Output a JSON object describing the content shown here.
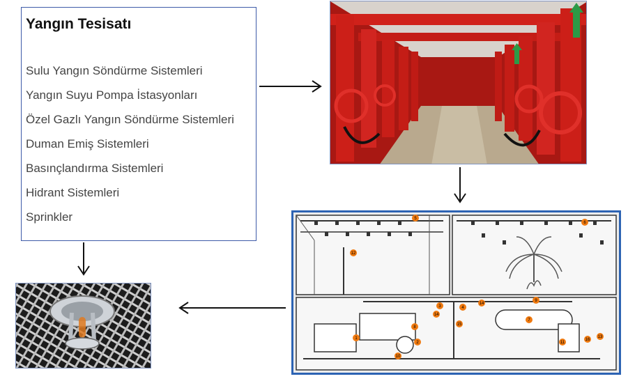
{
  "menu": {
    "title": "Yangın Tesisatı",
    "items": [
      "Sulu Yangın Söndürme Sistemleri",
      "Yangın Suyu Pompa İstasyonları",
      "Özel Gazlı Yangın Söndürme Sistemleri",
      "Duman Emiş Sistemleri",
      "Basınçlandırma Sistemleri",
      "Hidrant Sistemleri",
      "Sprinkler"
    ]
  },
  "schematic": {
    "markers": [
      "1",
      "2",
      "3",
      "4",
      "5",
      "6",
      "7",
      "8",
      "9",
      "10",
      "11",
      "12",
      "13",
      "14",
      "15",
      "16"
    ]
  },
  "colors": {
    "frame_border": "#2d63b3",
    "pipe_red": "#c21a12",
    "marker_orange": "#f07a10"
  }
}
